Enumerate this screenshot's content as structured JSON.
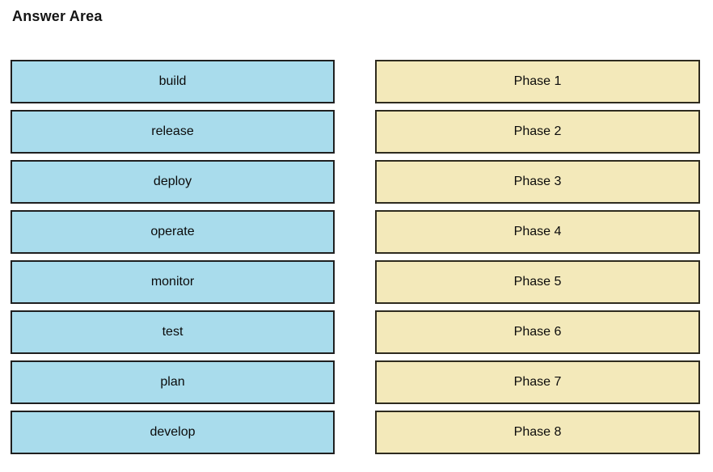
{
  "title": "Answer Area",
  "colors": {
    "background": "#ffffff",
    "text": "#0b0b0b",
    "source_fill": "#a9dcec",
    "source_border": "#1f1f1f",
    "target_fill": "#f3e9ba",
    "target_border": "#2e2b1f"
  },
  "source_items": [
    "build",
    "release",
    "deploy",
    "operate",
    "monitor",
    "test",
    "plan",
    "develop"
  ],
  "target_items": [
    "Phase 1",
    "Phase 2",
    "Phase 3",
    "Phase 4",
    "Phase 5",
    "Phase 6",
    "Phase 7",
    "Phase 8"
  ]
}
